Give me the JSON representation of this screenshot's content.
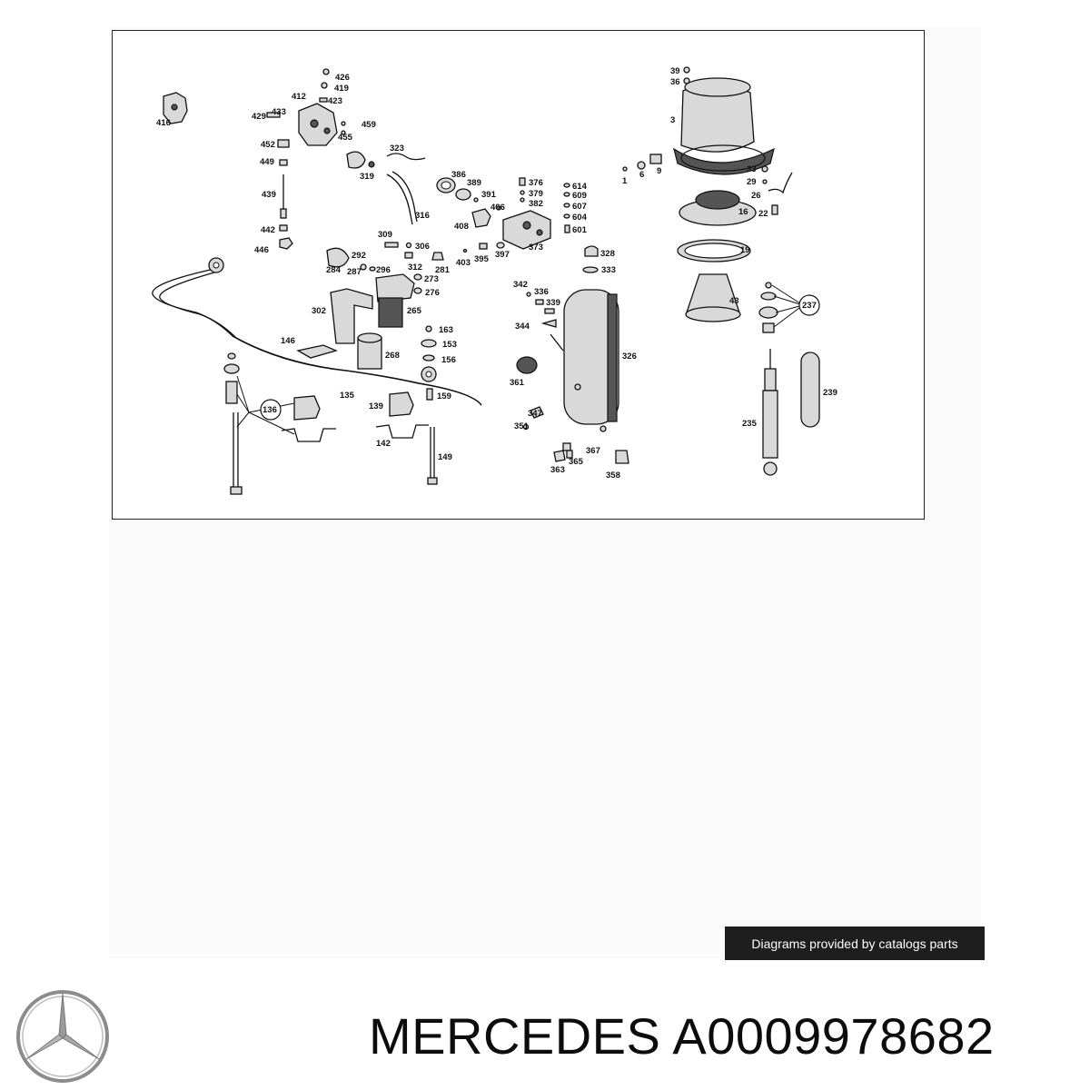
{
  "diagram": {
    "callouts": [
      "426",
      "419",
      "423",
      "412",
      "416",
      "429",
      "433",
      "459",
      "455",
      "452",
      "449",
      "439",
      "442",
      "446",
      "323",
      "319",
      "316",
      "386",
      "389",
      "391",
      "406",
      "408",
      "376",
      "379",
      "382",
      "614",
      "609",
      "607",
      "604",
      "601",
      "373",
      "309",
      "306",
      "312",
      "281",
      "292",
      "296",
      "287",
      "284",
      "403",
      "395",
      "397",
      "273",
      "276",
      "302",
      "265",
      "163",
      "153",
      "156",
      "268",
      "146",
      "135",
      "136",
      "139",
      "159",
      "142",
      "149",
      "328",
      "333",
      "342",
      "336",
      "339",
      "344",
      "326",
      "361",
      "347",
      "351",
      "367",
      "365",
      "363",
      "358",
      "39",
      "36",
      "3",
      "1",
      "6",
      "9",
      "33",
      "29",
      "26",
      "16",
      "22",
      "19",
      "43",
      "237",
      "235",
      "239"
    ]
  },
  "footer": {
    "credit": "Diagrams provided by catalogs parts",
    "brand": "MERCEDES",
    "part_number": "A0009978682"
  },
  "logo": {
    "icon": "mercedes-star-icon",
    "color": "#8c8c8c"
  }
}
